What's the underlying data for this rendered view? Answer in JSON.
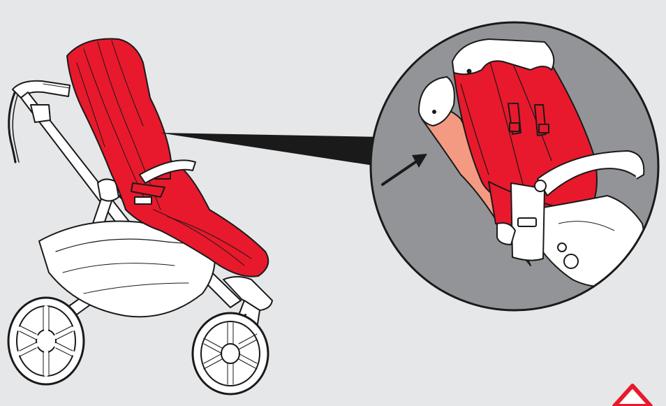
{
  "illustration": {
    "subject": "stroller-seat-recline",
    "background_color": "#e6e7e9",
    "seat_color": "#e8192c",
    "fabric_highlight_color": "#f59a82",
    "zoom_background_color": "#929497",
    "frame_color": "#ffffff",
    "outline_color": "#1a1a1a"
  },
  "icons": {
    "main": "stroller-illustration",
    "detail": "magnifier-detail-circle",
    "pointer": "arrow-icon",
    "corner": "warning-triangle-icon"
  }
}
